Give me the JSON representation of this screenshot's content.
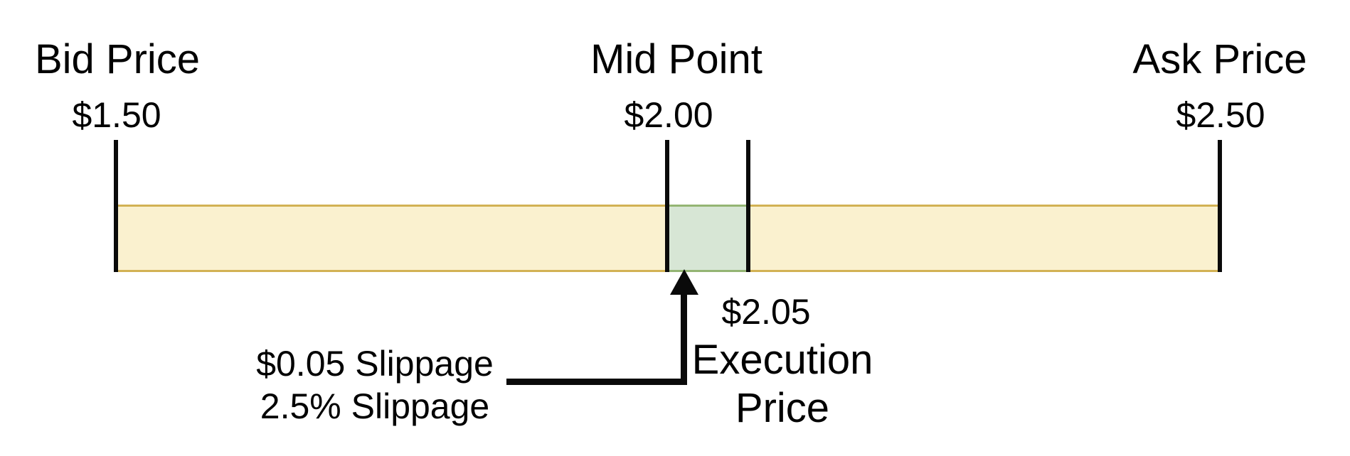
{
  "diagram": {
    "price_markers": [
      {
        "name": "Bid Price",
        "value": "$1.50"
      },
      {
        "name": "Mid Point",
        "value": "$2.00"
      },
      {
        "name": "Ask Price",
        "value": "$2.50"
      }
    ],
    "execution": {
      "value": "$2.05",
      "label": [
        "Execution",
        "Price"
      ]
    },
    "slippage_note": [
      "$0.05 Slippage",
      "2.5% Slippage"
    ],
    "colors": {
      "spread_fill": "#FAF1CF",
      "spread_border": "#D2B254",
      "slippage_zone_fill": "#D7E6D5",
      "slippage_zone_border": "#94B573",
      "line": "#0A0A0A"
    }
  }
}
